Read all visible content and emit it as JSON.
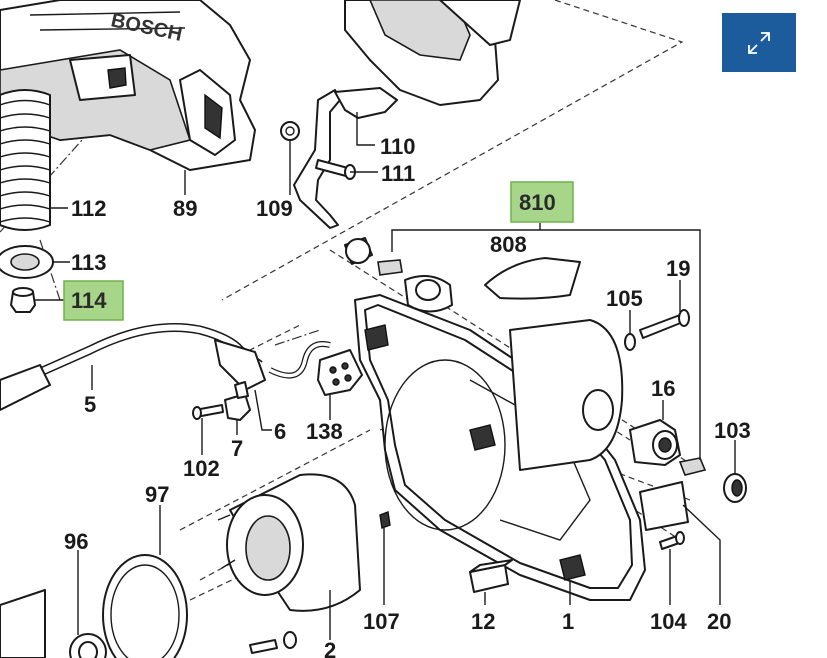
{
  "labels": {
    "l89": "89",
    "l109": "109",
    "l110": "110",
    "l111": "111",
    "l112": "112",
    "l113": "113",
    "l114": "114",
    "l810": "810",
    "l808": "808",
    "l19": "19",
    "l105": "105",
    "l5": "5",
    "l6": "6",
    "l7": "7",
    "l138": "138",
    "l16": "16",
    "l103": "103",
    "l102": "102",
    "l97": "97",
    "l96": "96",
    "l107": "107",
    "l12": "12",
    "l1": "1",
    "l104": "104",
    "l20": "20",
    "l2": "2"
  },
  "brand_text": "BOSCH",
  "expand_button": {
    "icon": "expand-arrows-icon"
  },
  "colors": {
    "highlight_fill": "#a7d58a",
    "highlight_border": "#6fb24a",
    "button_bg": "#1d5c9c"
  }
}
